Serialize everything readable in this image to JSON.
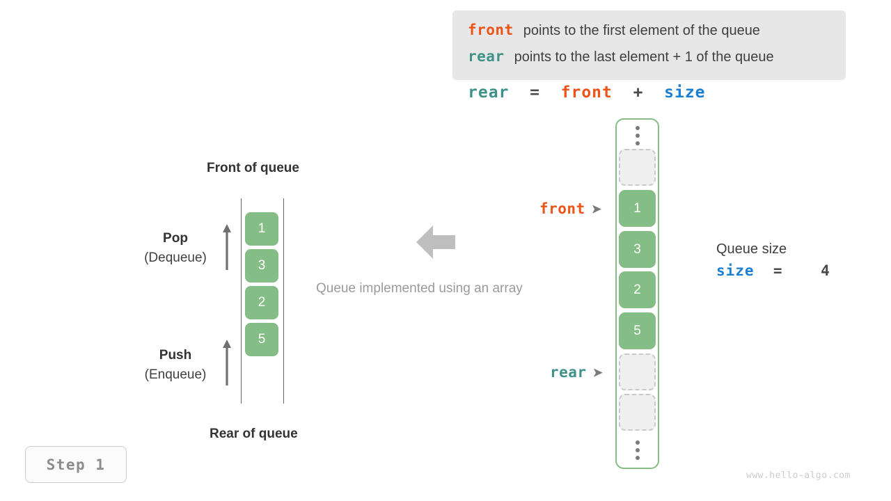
{
  "legend": {
    "rows": [
      {
        "keyword": "front",
        "keyword_color": "#ec5418",
        "text": "points to the first element of the queue"
      },
      {
        "keyword": "rear",
        "keyword_color": "#3f9287",
        "text": "points to the last element + 1 of the queue"
      }
    ]
  },
  "formula": {
    "lhs": "rear",
    "equals": "=",
    "rhs1": "front",
    "plus": "+",
    "rhs2": "size"
  },
  "conceptual_queue": {
    "front_label": "Front of queue",
    "rear_label": "Rear of queue",
    "cells": [
      "1",
      "3",
      "2",
      "5"
    ],
    "pop": {
      "name": "Pop",
      "alt": "(Dequeue)"
    },
    "push": {
      "name": "Push",
      "alt": "(Enqueue)"
    }
  },
  "center": {
    "arrow_icon": "arrow-left-icon",
    "caption": "Queue implemented using an array"
  },
  "array_view": {
    "slots": [
      {
        "kind": "ellipsis",
        "value": ""
      },
      {
        "kind": "empty",
        "value": ""
      },
      {
        "kind": "filled",
        "value": "1"
      },
      {
        "kind": "filled",
        "value": "3"
      },
      {
        "kind": "filled",
        "value": "2"
      },
      {
        "kind": "filled",
        "value": "5"
      },
      {
        "kind": "empty",
        "value": ""
      },
      {
        "kind": "empty",
        "value": ""
      },
      {
        "kind": "ellipsis",
        "value": ""
      }
    ],
    "front_pointer": {
      "label": "front",
      "arrow": "➤"
    },
    "rear_pointer": {
      "label": "rear",
      "arrow": "➤"
    }
  },
  "queue_size": {
    "title": "Queue size",
    "var": "size",
    "equals": "=",
    "value": "4"
  },
  "step_badge": {
    "label": "Step 1"
  },
  "watermark": {
    "text": "www.hello-algo.com"
  },
  "colors": {
    "accent_green": "#84bd85",
    "front_orange": "#ec5418",
    "rear_teal": "#3f9287",
    "size_blue": "#1b7fd4",
    "legend_bg": "#e7e7e7",
    "muted_gray": "#9a9a9a"
  }
}
